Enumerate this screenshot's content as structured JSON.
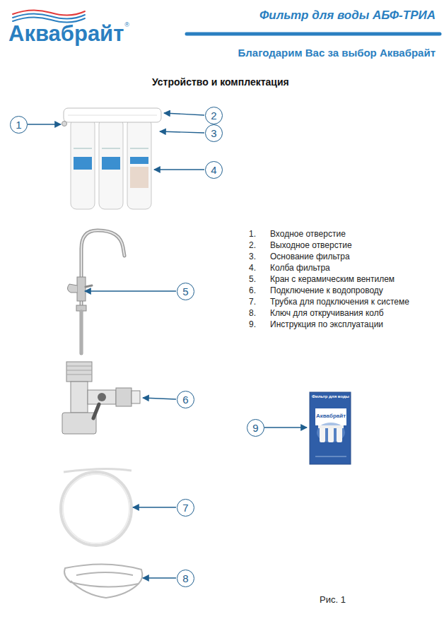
{
  "diagram": {
    "title": "Фильтр для воды АБФ-ТРИА",
    "caption": "Рис. 1",
    "nodes": [
      {
        "text": [
          "1"
        ]
      },
      {
        "text": [
          "2"
        ]
      },
      {
        "text": [
          "3"
        ]
      },
      {
        "text": [
          "4"
        ]
      },
      {
        "text": [
          "5"
        ]
      },
      {
        "text": [
          "6"
        ]
      },
      {
        "text": [
          "7"
        ]
      },
      {
        "text": [
          "8"
        ]
      },
      {
        "text": [
          "9"
        ]
      }
    ],
    "edges": [],
    "labels": [
      "Аквабрайт",
      "®",
      "Благодарим Вас за выбор Аквабрайт",
      "Устройство и комплектация",
      "1.",
      "Входное отверстие",
      "2.",
      "Выходное отверстие",
      "3.",
      "Основание фильтра",
      "4.",
      "Колба фильтра",
      "5.",
      "Кран с керамическим вентилем",
      "6.",
      "Подключение к водопроводу",
      "7.",
      "Трубка для подключения к системе",
      "8.",
      "Ключ для откручивания колб",
      "9.",
      "Инструкция по эксплуатации",
      "Фильтр для воды",
      "Аквабрайт"
    ]
  }
}
